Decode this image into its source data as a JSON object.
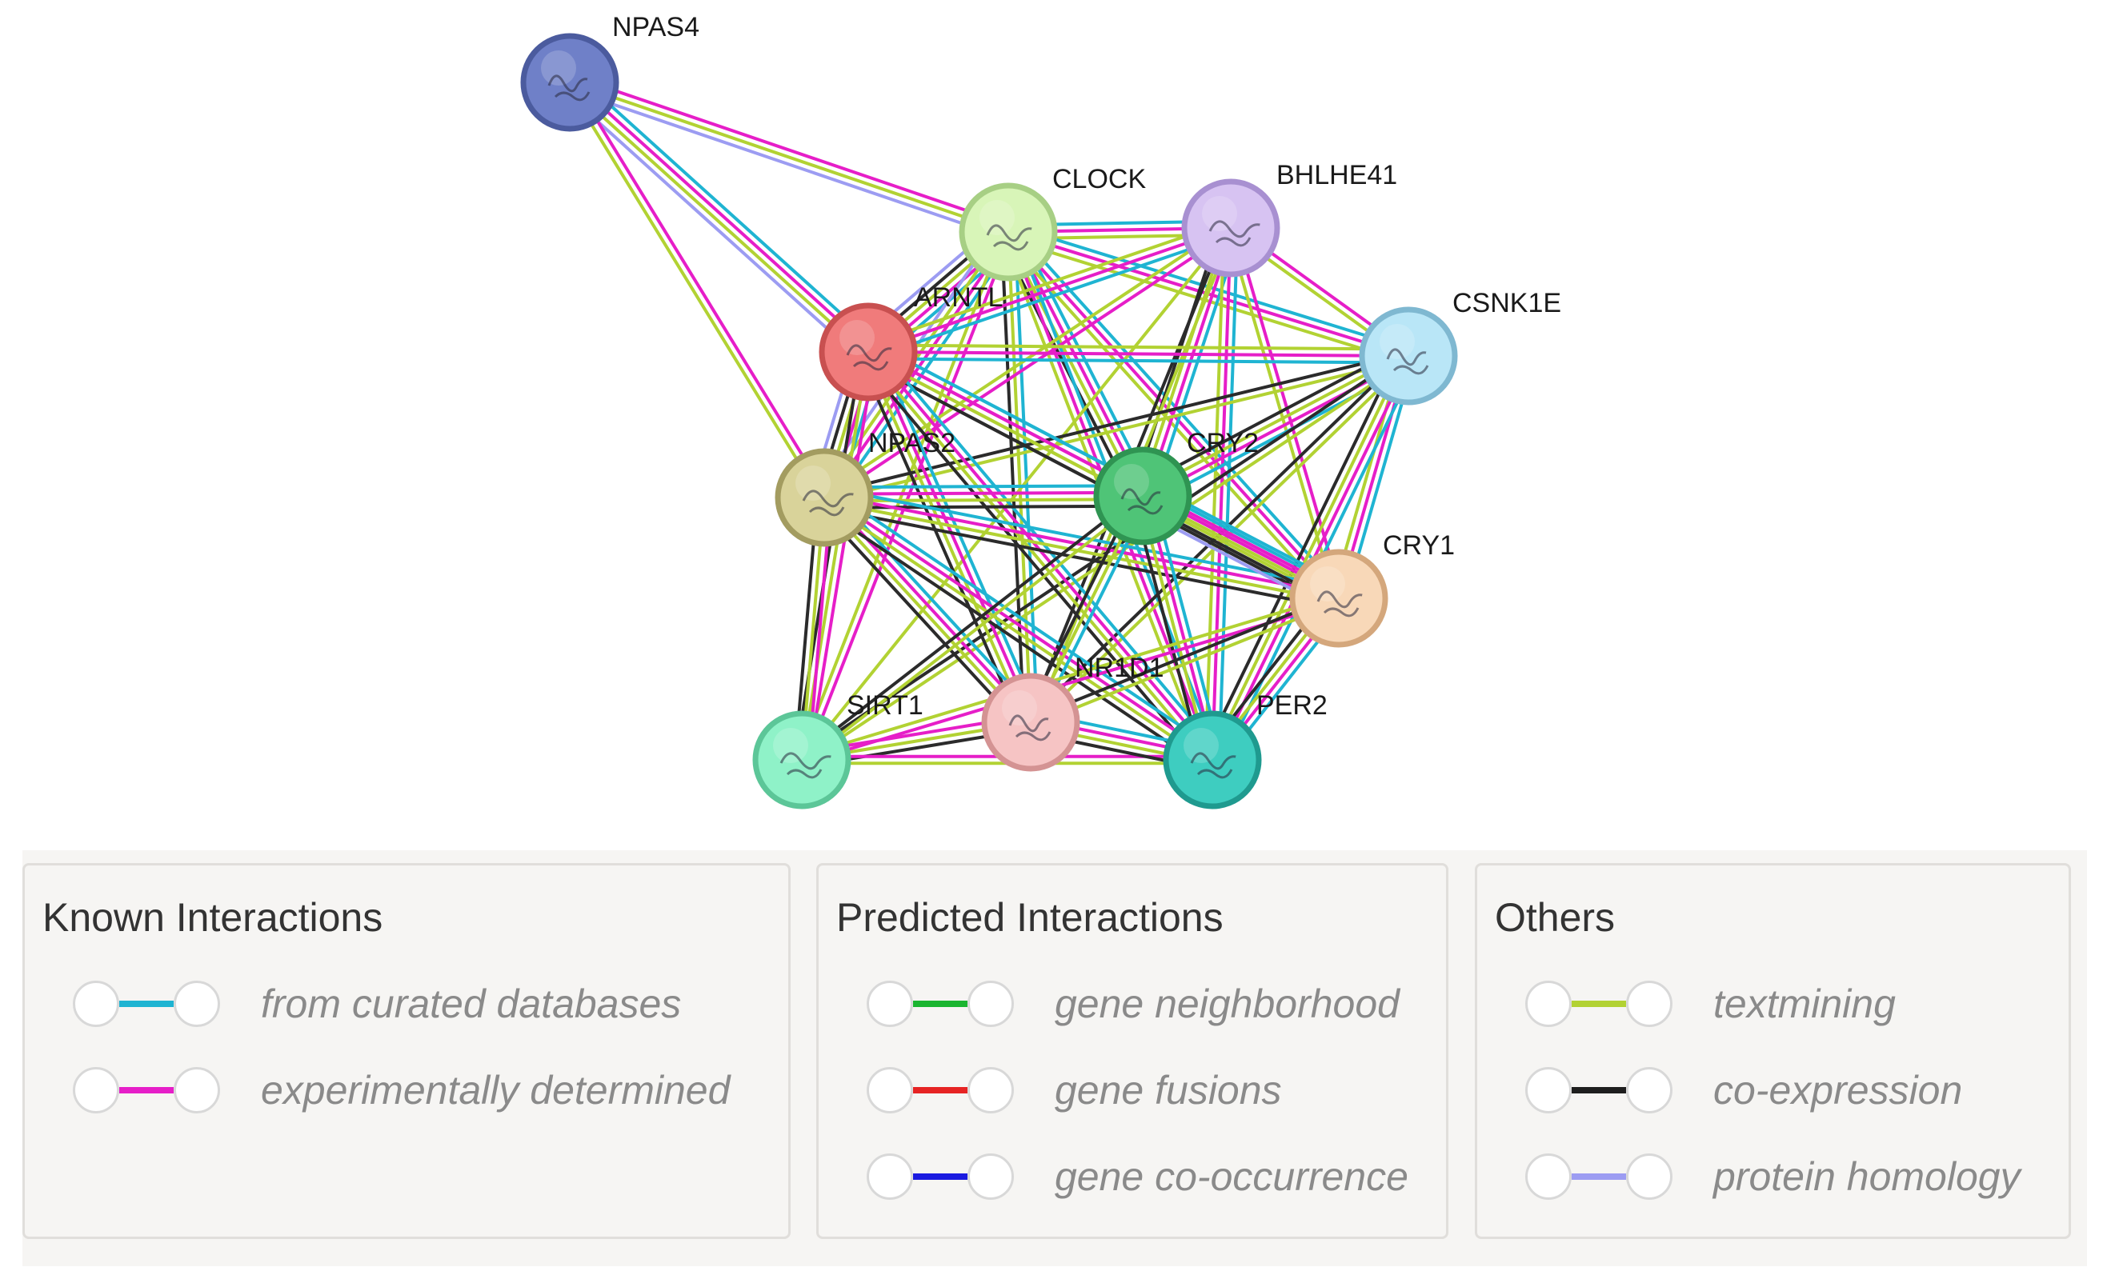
{
  "network": {
    "nodes": [
      {
        "id": "NPAS4",
        "label": "NPAS4",
        "color": "#6f80c8",
        "border": "#4b5b9e"
      },
      {
        "id": "CLOCK",
        "label": "CLOCK",
        "color": "#d8f5b8",
        "border": "#a7cf84"
      },
      {
        "id": "BHLHE41",
        "label": "BHLHE41",
        "color": "#d7c3f2",
        "border": "#a890d1"
      },
      {
        "id": "CSNK1E",
        "label": "CSNK1E",
        "color": "#b9e6f7",
        "border": "#7fb8d1"
      },
      {
        "id": "ARNTL",
        "label": "ARNTL",
        "color": "#f07b7b",
        "border": "#c85050"
      },
      {
        "id": "NPAS2",
        "label": "NPAS2",
        "color": "#d9d39a",
        "border": "#a39c60"
      },
      {
        "id": "CRY2",
        "label": "CRY2",
        "color": "#4fc477",
        "border": "#2f9452"
      },
      {
        "id": "CRY1",
        "label": "CRY1",
        "color": "#f8d8b8",
        "border": "#d4a77c"
      },
      {
        "id": "SIRT1",
        "label": "SIRT1",
        "color": "#8ff2c8",
        "border": "#5cc698"
      },
      {
        "id": "NR1D1",
        "label": "NR1D1",
        "color": "#f6c4c4",
        "border": "#d49393"
      },
      {
        "id": "PER2",
        "label": "PER2",
        "color": "#3ecdc0",
        "border": "#1f9a8f"
      }
    ],
    "edges": [
      {
        "a": "NPAS4",
        "b": "CLOCK",
        "types": [
          "exp",
          "text",
          "homology"
        ]
      },
      {
        "a": "NPAS4",
        "b": "ARNTL",
        "types": [
          "cur",
          "exp",
          "text",
          "homology"
        ]
      },
      {
        "a": "NPAS4",
        "b": "NPAS2",
        "types": [
          "exp",
          "text"
        ]
      },
      {
        "a": "CLOCK",
        "b": "BHLHE41",
        "types": [
          "cur",
          "exp",
          "text"
        ]
      },
      {
        "a": "CLOCK",
        "b": "CSNK1E",
        "types": [
          "cur",
          "exp",
          "text"
        ]
      },
      {
        "a": "CLOCK",
        "b": "ARNTL",
        "types": [
          "cur",
          "exp",
          "text",
          "coexp",
          "homology"
        ]
      },
      {
        "a": "CLOCK",
        "b": "NPAS2",
        "types": [
          "cur",
          "exp",
          "text",
          "homology"
        ]
      },
      {
        "a": "CLOCK",
        "b": "CRY2",
        "types": [
          "cur",
          "exp",
          "text",
          "coexp"
        ]
      },
      {
        "a": "CLOCK",
        "b": "CRY1",
        "types": [
          "cur",
          "exp",
          "text"
        ]
      },
      {
        "a": "CLOCK",
        "b": "SIRT1",
        "types": [
          "exp",
          "text"
        ]
      },
      {
        "a": "CLOCK",
        "b": "NR1D1",
        "types": [
          "cur",
          "text",
          "coexp"
        ]
      },
      {
        "a": "CLOCK",
        "b": "PER2",
        "types": [
          "cur",
          "exp",
          "text"
        ]
      },
      {
        "a": "BHLHE41",
        "b": "CSNK1E",
        "types": [
          "exp",
          "text"
        ]
      },
      {
        "a": "BHLHE41",
        "b": "ARNTL",
        "types": [
          "cur",
          "exp",
          "text"
        ]
      },
      {
        "a": "BHLHE41",
        "b": "NPAS2",
        "types": [
          "exp",
          "text"
        ]
      },
      {
        "a": "BHLHE41",
        "b": "CRY2",
        "types": [
          "cur",
          "exp",
          "text",
          "coexp"
        ]
      },
      {
        "a": "BHLHE41",
        "b": "CRY1",
        "types": [
          "exp",
          "text"
        ]
      },
      {
        "a": "BHLHE41",
        "b": "SIRT1",
        "types": [
          "text"
        ]
      },
      {
        "a": "BHLHE41",
        "b": "NR1D1",
        "types": [
          "text",
          "coexp"
        ]
      },
      {
        "a": "BHLHE41",
        "b": "PER2",
        "types": [
          "cur",
          "exp",
          "text"
        ]
      },
      {
        "a": "CSNK1E",
        "b": "ARNTL",
        "types": [
          "cur",
          "exp",
          "text"
        ]
      },
      {
        "a": "CSNK1E",
        "b": "NPAS2",
        "types": [
          "text",
          "coexp"
        ]
      },
      {
        "a": "CSNK1E",
        "b": "CRY2",
        "types": [
          "cur",
          "exp",
          "text",
          "coexp"
        ]
      },
      {
        "a": "CSNK1E",
        "b": "CRY1",
        "types": [
          "cur",
          "exp",
          "text"
        ]
      },
      {
        "a": "CSNK1E",
        "b": "SIRT1",
        "types": [
          "text",
          "coexp"
        ]
      },
      {
        "a": "CSNK1E",
        "b": "NR1D1",
        "types": [
          "text",
          "coexp"
        ]
      },
      {
        "a": "CSNK1E",
        "b": "PER2",
        "types": [
          "cur",
          "exp",
          "text",
          "coexp"
        ]
      },
      {
        "a": "ARNTL",
        "b": "NPAS2",
        "types": [
          "cur",
          "exp",
          "text",
          "coexp",
          "homology"
        ]
      },
      {
        "a": "ARNTL",
        "b": "CRY2",
        "types": [
          "cur",
          "exp",
          "text",
          "coexp"
        ]
      },
      {
        "a": "ARNTL",
        "b": "CRY1",
        "types": [
          "cur",
          "exp",
          "text",
          "coexp"
        ]
      },
      {
        "a": "ARNTL",
        "b": "SIRT1",
        "types": [
          "exp",
          "text",
          "coexp"
        ]
      },
      {
        "a": "ARNTL",
        "b": "NR1D1",
        "types": [
          "cur",
          "exp",
          "text",
          "coexp"
        ]
      },
      {
        "a": "ARNTL",
        "b": "PER2",
        "types": [
          "cur",
          "exp",
          "text",
          "coexp"
        ]
      },
      {
        "a": "NPAS2",
        "b": "CRY2",
        "types": [
          "cur",
          "exp",
          "text",
          "coexp"
        ]
      },
      {
        "a": "NPAS2",
        "b": "CRY1",
        "types": [
          "cur",
          "exp",
          "text",
          "coexp"
        ]
      },
      {
        "a": "NPAS2",
        "b": "SIRT1",
        "types": [
          "exp",
          "text",
          "coexp"
        ]
      },
      {
        "a": "NPAS2",
        "b": "NR1D1",
        "types": [
          "cur",
          "exp",
          "text",
          "coexp"
        ]
      },
      {
        "a": "NPAS2",
        "b": "PER2",
        "types": [
          "cur",
          "exp",
          "text",
          "coexp"
        ]
      },
      {
        "a": "CRY2",
        "b": "CRY1",
        "types": [
          "cur",
          "exp",
          "text",
          "coexp",
          "homology"
        ]
      },
      {
        "a": "CRY2",
        "b": "SIRT1",
        "types": [
          "text",
          "coexp"
        ]
      },
      {
        "a": "CRY2",
        "b": "NR1D1",
        "types": [
          "cur",
          "text",
          "coexp"
        ]
      },
      {
        "a": "CRY2",
        "b": "PER2",
        "types": [
          "cur",
          "exp",
          "text",
          "coexp"
        ]
      },
      {
        "a": "CRY1",
        "b": "SIRT1",
        "types": [
          "exp",
          "text"
        ]
      },
      {
        "a": "CRY1",
        "b": "NR1D1",
        "types": [
          "text",
          "coexp"
        ]
      },
      {
        "a": "CRY1",
        "b": "PER2",
        "types": [
          "cur",
          "exp",
          "text",
          "coexp"
        ]
      },
      {
        "a": "SIRT1",
        "b": "NR1D1",
        "types": [
          "exp",
          "text",
          "coexp"
        ]
      },
      {
        "a": "SIRT1",
        "b": "PER2",
        "types": [
          "exp",
          "text"
        ]
      },
      {
        "a": "NR1D1",
        "b": "PER2",
        "types": [
          "cur",
          "exp",
          "text",
          "coexp"
        ]
      }
    ]
  },
  "edge_colors": {
    "cur": "#1fb4d2",
    "exp": "#e61ec8",
    "text": "#b2d233",
    "coexp": "#2b2b2b",
    "homology": "#9c9cf2"
  },
  "legend": {
    "known": {
      "title": "Known Interactions",
      "rows": [
        {
          "label": "from curated databases",
          "color": "#1fb4d2"
        },
        {
          "label": "experimentally determined",
          "color": "#e61ec8"
        }
      ]
    },
    "predicted": {
      "title": "Predicted Interactions",
      "rows": [
        {
          "label": "gene neighborhood",
          "color": "#1bb530"
        },
        {
          "label": "gene fusions",
          "color": "#e62323"
        },
        {
          "label": "gene co-occurrence",
          "color": "#1a1ae0"
        }
      ]
    },
    "others": {
      "title": "Others",
      "rows": [
        {
          "label": "textmining",
          "color": "#b2d233"
        },
        {
          "label": "co-expression",
          "color": "#1e1e1e"
        },
        {
          "label": "protein homology",
          "color": "#9c9cf2"
        }
      ]
    }
  }
}
